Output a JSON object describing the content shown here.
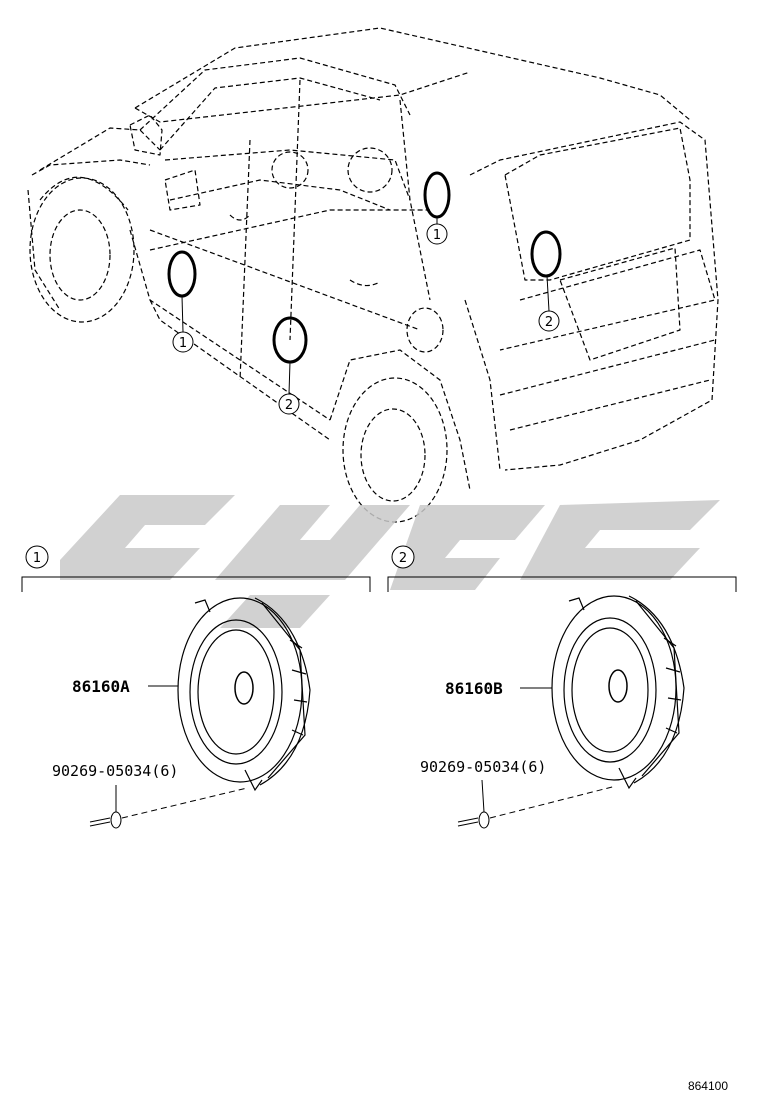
{
  "callouts": {
    "front_door": "1",
    "rear_door": "2"
  },
  "groups": [
    {
      "callout": "1",
      "speaker_part": "86160A",
      "fastener_part": "90269-05034(6)"
    },
    {
      "callout": "2",
      "speaker_part": "86160B",
      "fastener_part": "90269-05034(6)"
    }
  ],
  "figure_number": "864100",
  "colors": {
    "line": "#000000",
    "watermark": "#c9c9c9"
  }
}
